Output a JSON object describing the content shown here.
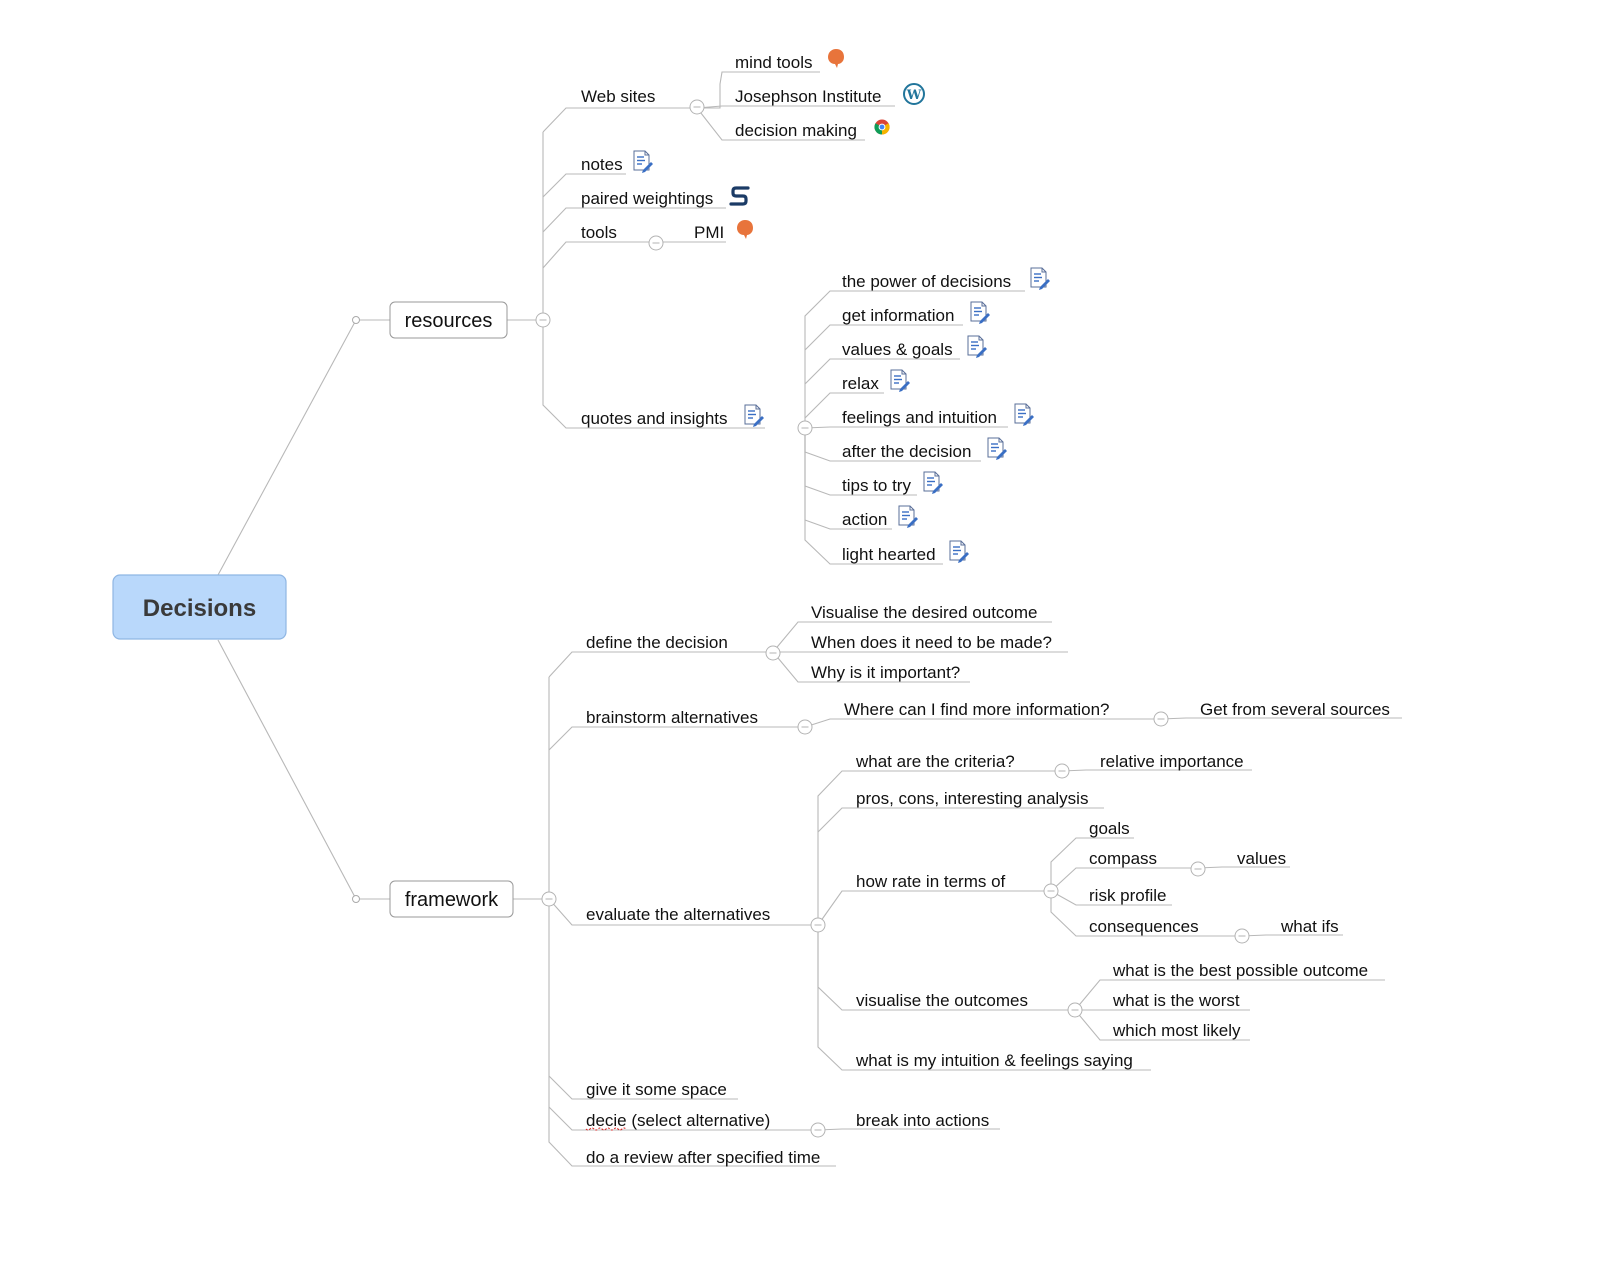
{
  "root": {
    "label": "Decisions"
  },
  "branches": {
    "resources": {
      "label": "resources",
      "web_sites": {
        "label": "Web sites",
        "items": [
          "mind tools",
          "Josephson  Institute",
          "decision making"
        ]
      },
      "notes": "notes",
      "paired_weightings": "paired weightings",
      "tools": {
        "label": "tools",
        "child": "PMI"
      },
      "quotes": {
        "label": "quotes and insights",
        "items": [
          "the power of decisions",
          "get information",
          "values & goals",
          "relax",
          "feelings and intuition",
          "after the decision",
          "tips to try",
          "action",
          "light hearted"
        ]
      }
    },
    "framework": {
      "label": "framework",
      "define": {
        "label": "define the decision",
        "items": [
          "Visualise the desired outcome",
          "When does it need to be made?",
          "Why is it important?"
        ]
      },
      "brainstorm": {
        "label": "brainstorm alternatives",
        "child": "Where can I find more information?",
        "grandchild": "Get from several sources"
      },
      "evaluate": {
        "label": "evaluate the alternatives",
        "criteria": {
          "label": "what are the criteria?",
          "child": "relative importance"
        },
        "pros": "pros, cons, interesting analysis",
        "rate": {
          "label": "how rate in terms of",
          "goals": "goals",
          "compass": {
            "label": "compass",
            "child": "values"
          },
          "risk": "risk profile",
          "consequences": {
            "label": "consequences",
            "child": "what ifs"
          }
        },
        "visualise": {
          "label": "visualise the outcomes",
          "items": [
            "what is the best possible outcome",
            "what is the worst",
            "which most likely"
          ]
        },
        "intuition": "what is my intuition & feelings saying"
      },
      "space": "give it some space",
      "decide": {
        "label": "decie (select alternative)",
        "child": "break into actions"
      },
      "review": "do a review after specified time"
    }
  },
  "colors": {
    "root_fill": "#b9d8fb",
    "root_border": "#8fb6e3",
    "line": "#b8b8b8",
    "note_icon": "#3a6fc4",
    "orange_marker": "#e8743b",
    "wordpress": "#21759b"
  }
}
